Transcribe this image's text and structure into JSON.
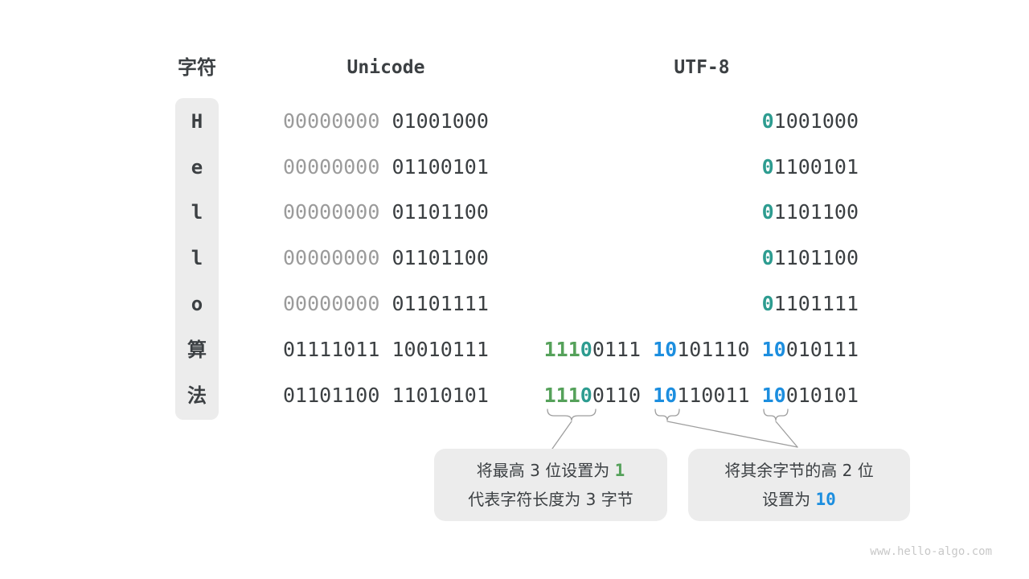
{
  "headers": {
    "char": "字符",
    "unicode": "Unicode",
    "utf8": "UTF-8"
  },
  "colors": {
    "text_dark": "#3c4043",
    "bits_gray": "#9b9b9b",
    "bits_teal": "#2d9c90",
    "bits_green": "#55a15a",
    "bits_blue": "#1c8edf",
    "box_bg": "#ececec",
    "connector_gray": "#9e9e9e",
    "watermark_gray": "#c8c8c8"
  },
  "rows": [
    {
      "char": "H",
      "unicode_segs": [
        {
          "t": "00000000",
          "c": "gray"
        },
        {
          "t": " ",
          "c": "dark"
        },
        {
          "t": "01001000",
          "c": "dark"
        }
      ],
      "utf8_segs": [
        {
          "t": "0",
          "c": "teal"
        },
        {
          "t": "1001000",
          "c": "dark"
        }
      ]
    },
    {
      "char": "e",
      "unicode_segs": [
        {
          "t": "00000000",
          "c": "gray"
        },
        {
          "t": " ",
          "c": "dark"
        },
        {
          "t": "01100101",
          "c": "dark"
        }
      ],
      "utf8_segs": [
        {
          "t": "0",
          "c": "teal"
        },
        {
          "t": "1100101",
          "c": "dark"
        }
      ]
    },
    {
      "char": "l",
      "unicode_segs": [
        {
          "t": "00000000",
          "c": "gray"
        },
        {
          "t": " ",
          "c": "dark"
        },
        {
          "t": "01101100",
          "c": "dark"
        }
      ],
      "utf8_segs": [
        {
          "t": "0",
          "c": "teal"
        },
        {
          "t": "1101100",
          "c": "dark"
        }
      ]
    },
    {
      "char": "l",
      "unicode_segs": [
        {
          "t": "00000000",
          "c": "gray"
        },
        {
          "t": " ",
          "c": "dark"
        },
        {
          "t": "01101100",
          "c": "dark"
        }
      ],
      "utf8_segs": [
        {
          "t": "0",
          "c": "teal"
        },
        {
          "t": "1101100",
          "c": "dark"
        }
      ]
    },
    {
      "char": "o",
      "unicode_segs": [
        {
          "t": "00000000",
          "c": "gray"
        },
        {
          "t": " ",
          "c": "dark"
        },
        {
          "t": "01101111",
          "c": "dark"
        }
      ],
      "utf8_segs": [
        {
          "t": "0",
          "c": "teal"
        },
        {
          "t": "1101111",
          "c": "dark"
        }
      ]
    },
    {
      "char": "算",
      "unicode_segs": [
        {
          "t": "01111011",
          "c": "dark"
        },
        {
          "t": " ",
          "c": "dark"
        },
        {
          "t": "10010111",
          "c": "dark"
        }
      ],
      "utf8_segs": [
        {
          "t": "111",
          "c": "green"
        },
        {
          "t": "0",
          "c": "teal"
        },
        {
          "t": "0111",
          "c": "dark"
        },
        {
          "t": " ",
          "c": "dark"
        },
        {
          "t": "10",
          "c": "blue"
        },
        {
          "t": "101110",
          "c": "dark"
        },
        {
          "t": " ",
          "c": "dark"
        },
        {
          "t": "10",
          "c": "blue"
        },
        {
          "t": "010111",
          "c": "dark"
        }
      ]
    },
    {
      "char": "法",
      "unicode_segs": [
        {
          "t": "01101100",
          "c": "dark"
        },
        {
          "t": " ",
          "c": "dark"
        },
        {
          "t": "11010101",
          "c": "dark"
        }
      ],
      "utf8_segs": [
        {
          "t": "111",
          "c": "green"
        },
        {
          "t": "0",
          "c": "teal"
        },
        {
          "t": "0110",
          "c": "dark"
        },
        {
          "t": " ",
          "c": "dark"
        },
        {
          "t": "10",
          "c": "blue"
        },
        {
          "t": "110011",
          "c": "dark"
        },
        {
          "t": " ",
          "c": "dark"
        },
        {
          "t": "10",
          "c": "blue"
        },
        {
          "t": "010101",
          "c": "dark"
        }
      ]
    }
  ],
  "callouts": {
    "left": {
      "line1_text": "将最高 3 位设置为 ",
      "line1_value": "1",
      "line2_text": "代表字符长度为 3 字节"
    },
    "right": {
      "line1_text": "将其余字节的高 2 位",
      "line2_text": "设置为 ",
      "line2_value": "10"
    }
  },
  "watermark": "www.hello-algo.com"
}
